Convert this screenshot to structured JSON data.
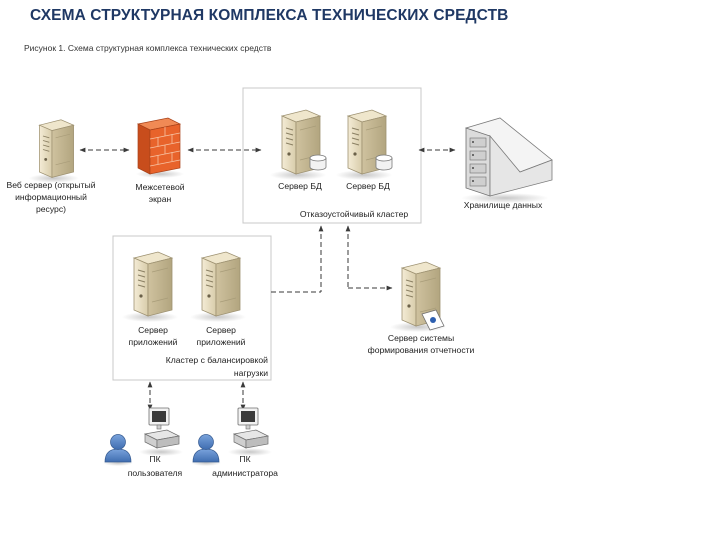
{
  "header": {
    "title": "СХЕМА СТРУКТУРНАЯ КОМПЛЕКСА ТЕХНИЧЕСКИХ СРЕДСТВ",
    "subtitle": "Рисунок 1. Схема структурная комплекса технических средств"
  },
  "nodes": {
    "web_server": [
      "Веб сервер (открытый",
      "информационный",
      "ресурс)"
    ],
    "firewall": [
      "Межсетевой",
      "экран"
    ],
    "db_server_1": [
      "Сервер БД"
    ],
    "db_server_2": [
      "Сервер БД"
    ],
    "storage": [
      "Хранилище данных"
    ],
    "app_server_1": [
      "Сервер",
      "приложений"
    ],
    "app_server_2": [
      "Сервер",
      "приложений"
    ],
    "report_server": [
      "Сервер системы",
      "формирования отчетности"
    ],
    "user_pc": [
      "ПК",
      "пользователя"
    ],
    "admin_pc": [
      "ПК",
      "администратора"
    ]
  },
  "clusters": {
    "failover": [
      "Отказоустойчивый кластер"
    ],
    "balancing": [
      "Кластер с балансировкой",
      "нагрузки"
    ]
  },
  "icons": {
    "server": "server-tower-icon",
    "firewall": "firewall-brick-icon",
    "database": "database-cylinder-icon",
    "storage": "storage-array-icon",
    "report_badge": "report-document-icon",
    "pc": "workstation-icon",
    "user": "user-avatar-icon"
  },
  "colors": {
    "title": "#1f3864",
    "connector": "#3a3a3a",
    "cluster_border": "#c8c8c8",
    "server_body": "#e9dfc6",
    "firewall": "#e8632b",
    "user_icon": "#5b86c4"
  }
}
